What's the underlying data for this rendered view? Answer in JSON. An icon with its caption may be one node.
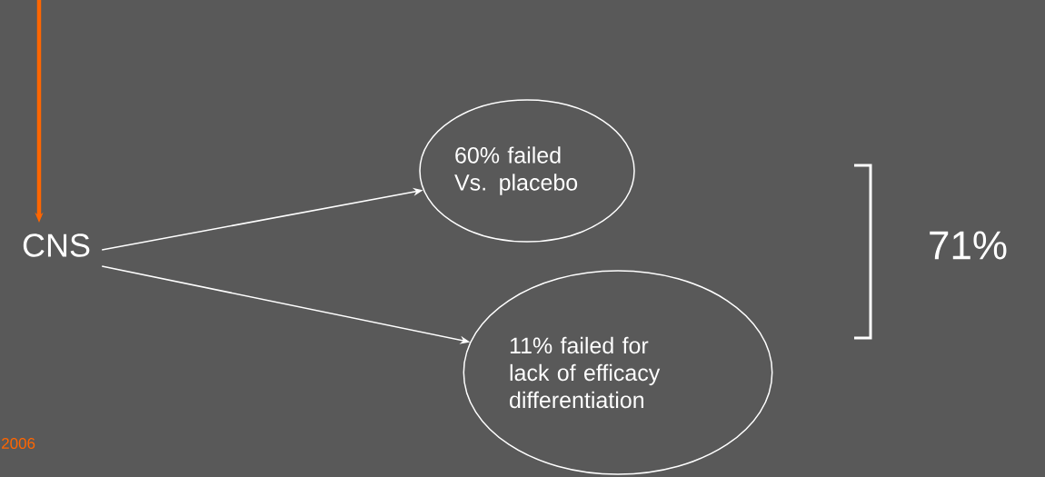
{
  "diagram": {
    "nodes": [
      {
        "text": [
          "CNS"
        ]
      },
      {
        "text": [
          "60% failed Vs. placebo"
        ]
      },
      {
        "text": [
          "11% failed for lack of efficacy differentiation"
        ]
      }
    ],
    "edges": [
      {
        "from": null,
        "to": 0,
        "arrow": "to",
        "color": "#ff6600",
        "style": "thick"
      },
      {
        "from": 0,
        "to": 1,
        "arrow": "to"
      },
      {
        "from": 0,
        "to": 2,
        "arrow": "to"
      }
    ],
    "labels": [
      "71%",
      "2006"
    ]
  }
}
